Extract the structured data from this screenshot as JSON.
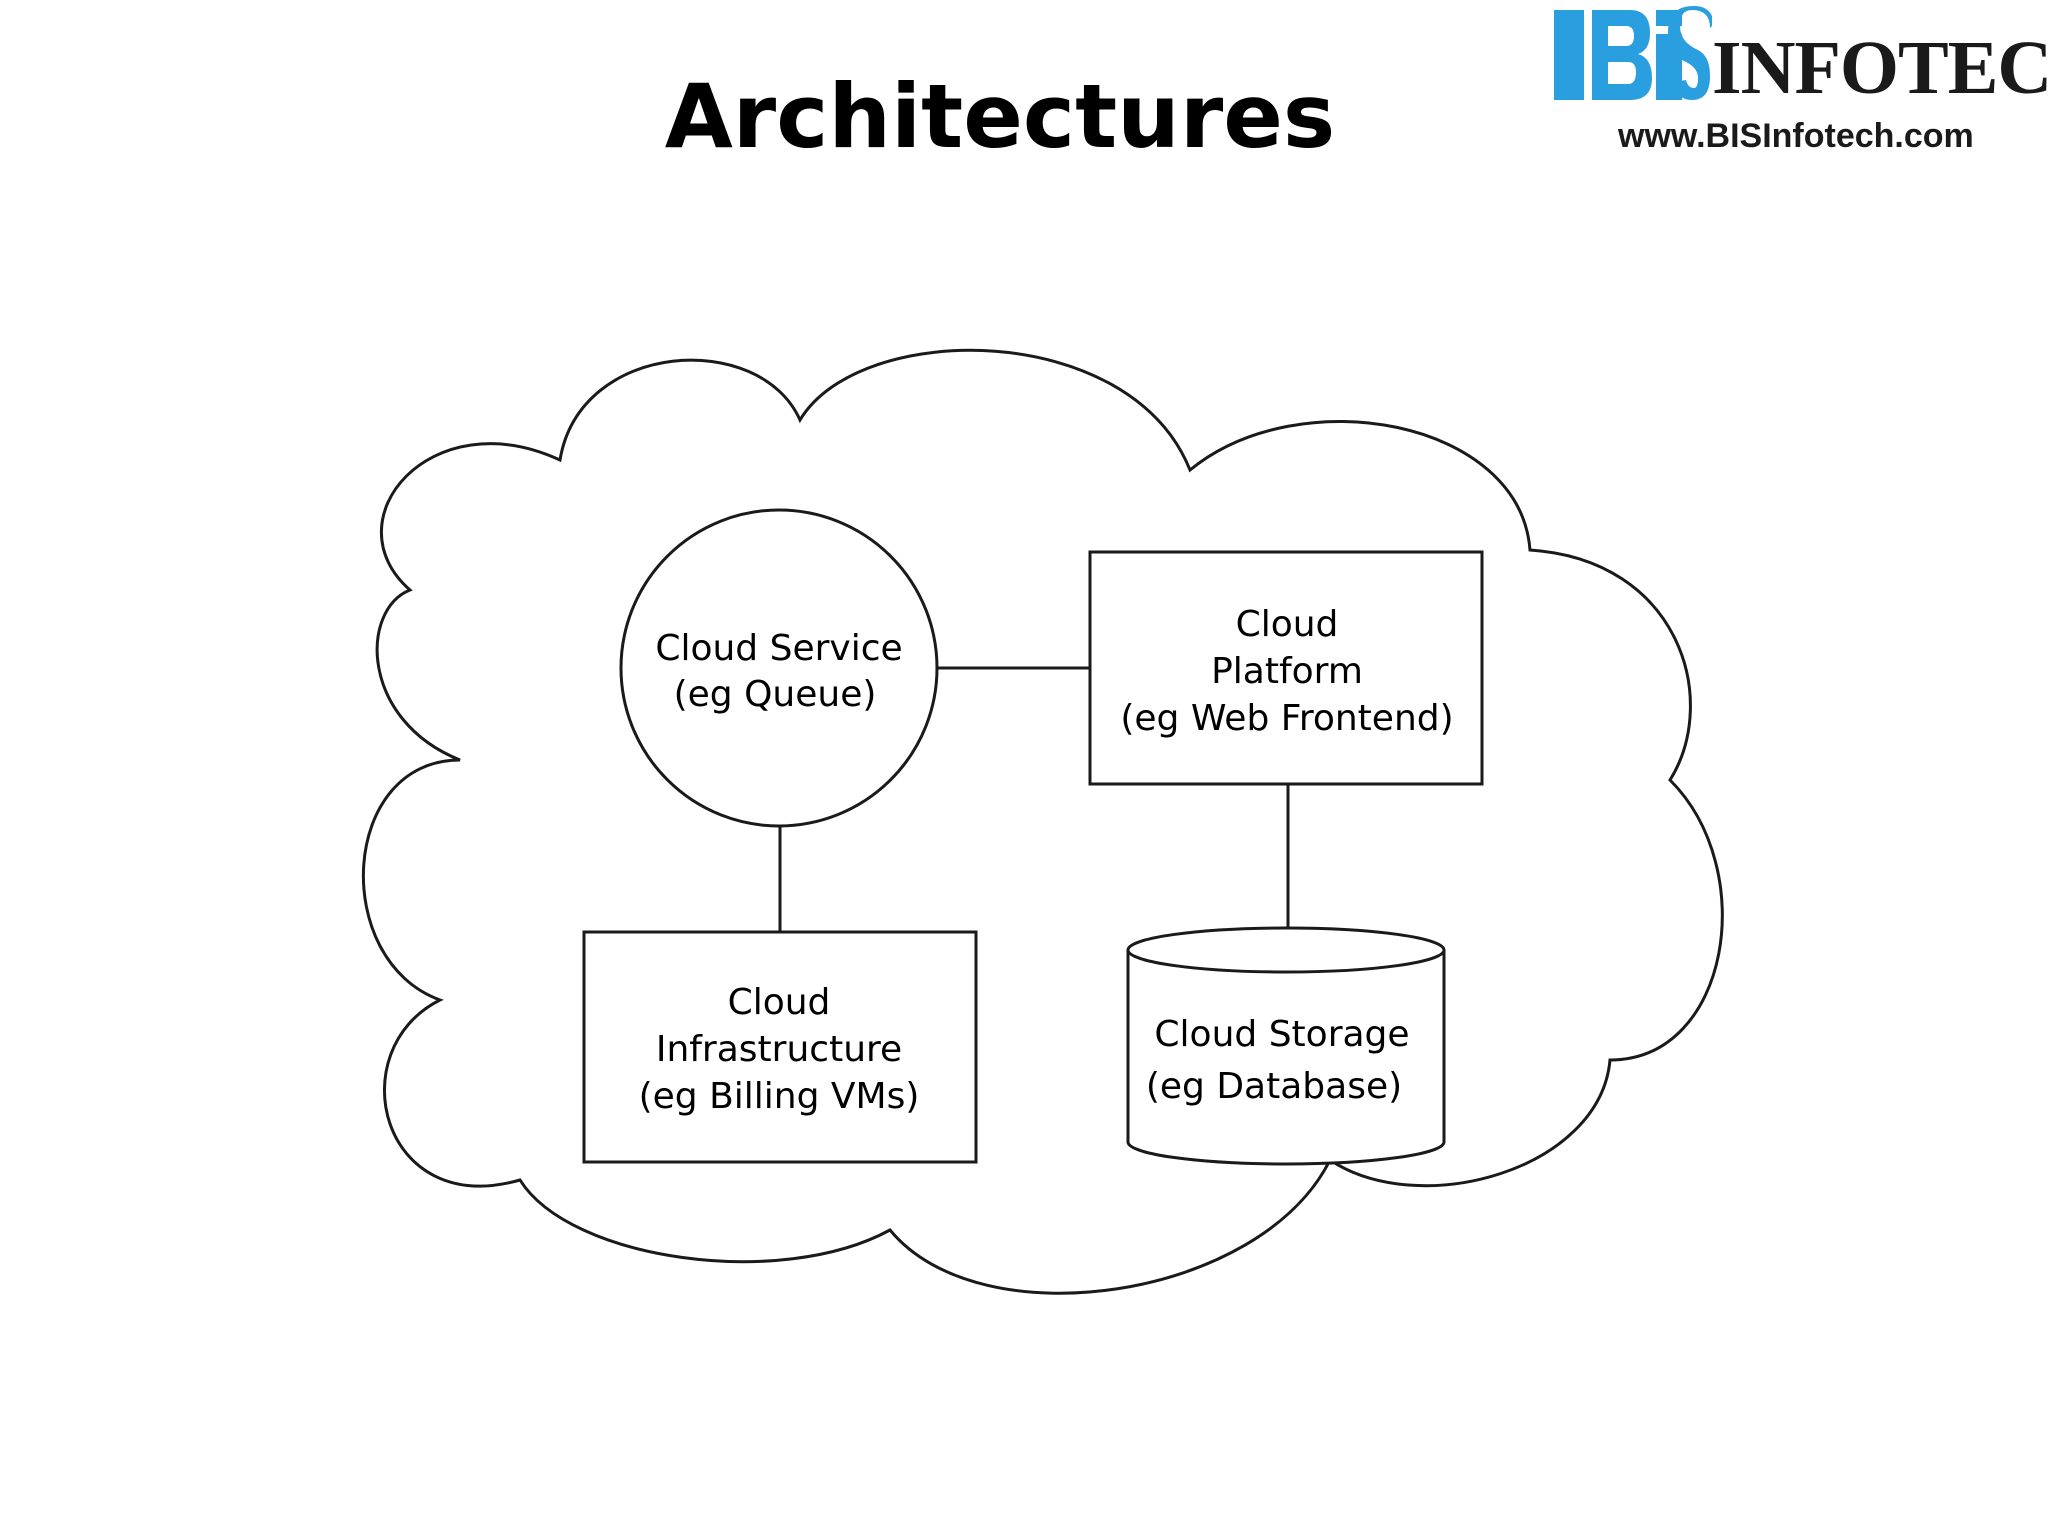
{
  "slide": {
    "title": "Architectures"
  },
  "logo": {
    "mark": "BIS",
    "word": "INFOTECH",
    "url": "www.BISInfotech.com",
    "brand_color": "#2a9fe0"
  },
  "diagram": {
    "container_icon": "cloud-icon",
    "nodes": {
      "service": {
        "shape": "circle",
        "lines": [
          "Cloud Service",
          "(eg Queue)"
        ]
      },
      "platform": {
        "shape": "rectangle",
        "lines": [
          "Cloud",
          "Platform",
          "(eg Web Frontend)"
        ]
      },
      "infrastructure": {
        "shape": "rectangle",
        "lines": [
          "Cloud",
          "Infrastructure",
          "(eg Billing VMs)"
        ]
      },
      "storage": {
        "shape": "cylinder",
        "lines": [
          "Cloud Storage",
          "(eg Database)"
        ]
      }
    },
    "edges": [
      [
        "service",
        "platform"
      ],
      [
        "service",
        "infrastructure"
      ],
      [
        "platform",
        "storage"
      ]
    ],
    "stroke_color": "#1a1a1a"
  }
}
